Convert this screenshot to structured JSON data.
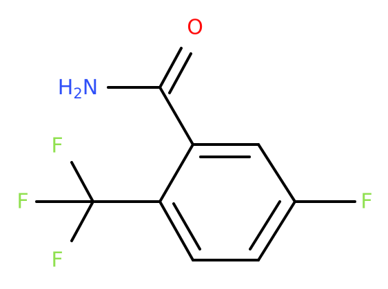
{
  "atoms": {
    "oxygen": {
      "text": "O",
      "color": "#ff0d0d"
    },
    "amide_nitrogen": {
      "text": "H",
      "subscript": "2",
      "element": "N",
      "color": "#3050f8"
    },
    "fluorine_ring": {
      "text": "F",
      "color": "#90e050"
    },
    "fluorine_cf3_top": {
      "text": "F",
      "color": "#90e050"
    },
    "fluorine_cf3_left": {
      "text": "F",
      "color": "#90e050"
    },
    "fluorine_cf3_bottom": {
      "text": "F",
      "color": "#90e050"
    }
  },
  "bond_color": "#000000"
}
